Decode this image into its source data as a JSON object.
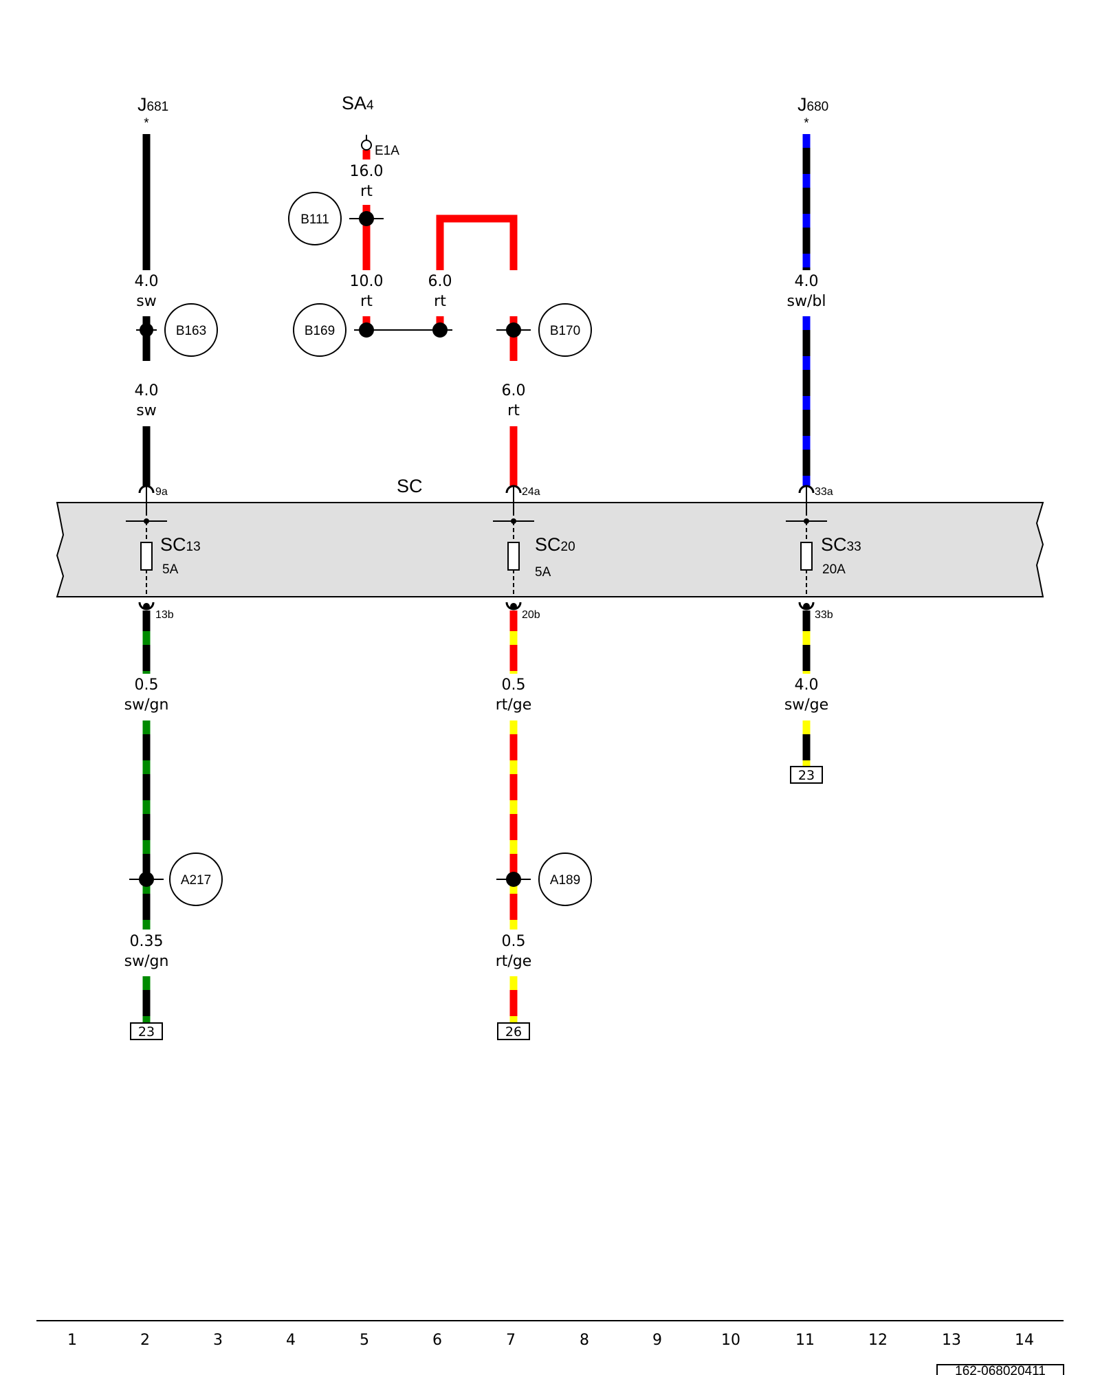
{
  "components": {
    "j681": {
      "main": "J",
      "sub": "681",
      "mark": "*"
    },
    "sa4": {
      "main": "SA",
      "sub": "4"
    },
    "j680": {
      "main": "J",
      "sub": "680",
      "mark": "*"
    },
    "sc": "SC"
  },
  "pins": {
    "e1a": "E1A",
    "p9a": "9a",
    "p24a": "24a",
    "p33a": "33a",
    "p13b": "13b",
    "p20b": "20b",
    "p33b": "33b"
  },
  "fuses": {
    "sc13": {
      "main": "SC",
      "sub": "13",
      "rating": "5A"
    },
    "sc20": {
      "main": "SC",
      "sub": "20",
      "rating": "5A"
    },
    "sc33": {
      "main": "SC",
      "sub": "33",
      "rating": "20A"
    }
  },
  "connectors": {
    "b111": "B111",
    "b163": "B163",
    "b169": "B169",
    "b170": "B170",
    "a217": "A217",
    "a189": "A189"
  },
  "wires": {
    "w_sa4_top": {
      "size": "16.0",
      "color": "rt"
    },
    "w_b111_b169": {
      "size": "10.0",
      "color": "rt"
    },
    "w_loop": {
      "size": "6.0",
      "color": "rt"
    },
    "w_b170_sc": {
      "size": "6.0",
      "color": "rt"
    },
    "w_j681_top": {
      "size": "4.0",
      "color": "sw"
    },
    "w_j681_mid": {
      "size": "4.0",
      "color": "sw"
    },
    "w_j680": {
      "size": "4.0",
      "color": "sw/bl"
    },
    "w_sc13_out": {
      "size": "0.5",
      "color": "sw/gn"
    },
    "w_a217_out": {
      "size": "0.35",
      "color": "sw/gn"
    },
    "w_sc20_out": {
      "size": "0.5",
      "color": "rt/ge"
    },
    "w_a189_out": {
      "size": "0.5",
      "color": "rt/ge"
    },
    "w_sc33_out": {
      "size": "4.0",
      "color": "sw/ge"
    }
  },
  "refs": {
    "ref_col2": "23",
    "ref_col7": "26",
    "ref_col11": "23"
  },
  "columns": [
    "1",
    "2",
    "3",
    "4",
    "5",
    "6",
    "7",
    "8",
    "9",
    "10",
    "11",
    "12",
    "13",
    "14"
  ],
  "doc_id": "162-068020411",
  "wire_colors": {
    "sw": "#000000",
    "rt": "#ff0000",
    "bl": "#0000ff",
    "gn": "#008a00",
    "ge": "#ffff00"
  }
}
